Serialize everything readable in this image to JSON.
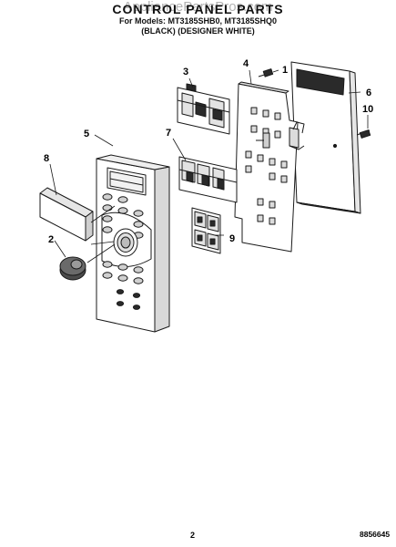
{
  "header": {
    "watermark": "AppliancePartsPros.com",
    "title": "CONTROL PANEL PARTS",
    "models_line": "For Models: MT3185SHB0, MT3185SHQ0",
    "colors_line": "(BLACK)  (DESIGNER WHITE)"
  },
  "callouts": [
    "1",
    "2",
    "3",
    "4",
    "5",
    "6",
    "7",
    "8",
    "9",
    "10"
  ],
  "footer": {
    "page_number": "2",
    "doc_code": "8856645"
  },
  "colors": {
    "line": "#1a1a1a",
    "shade": "#d9d9d9",
    "dark": "#2a2a2a"
  }
}
